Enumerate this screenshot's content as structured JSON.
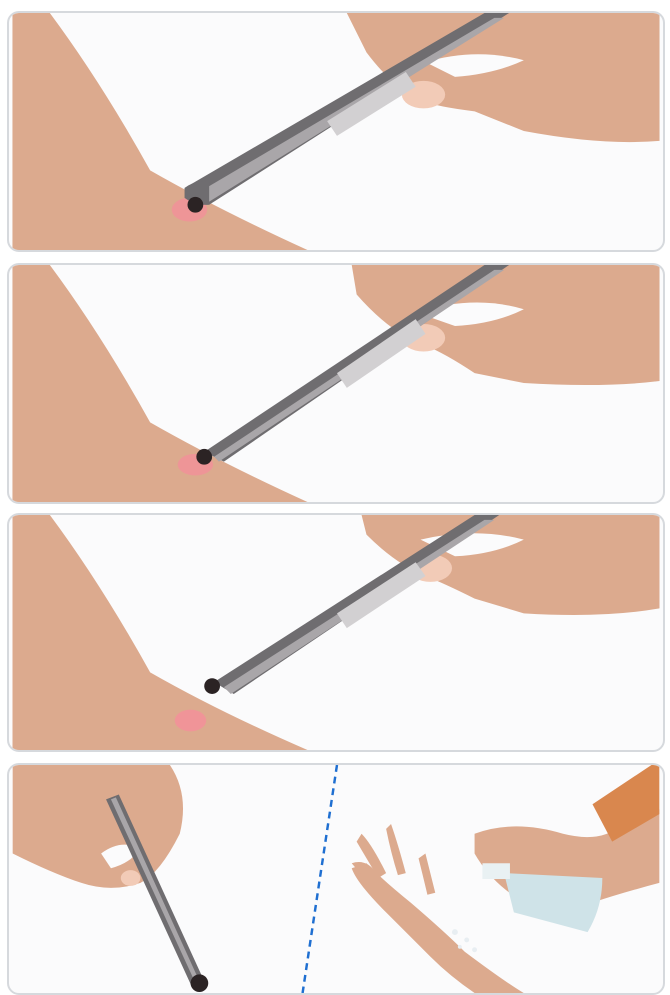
{
  "colors": {
    "skin": "#dcaa8e",
    "skin_shadow": "#c99478",
    "nail": "#f2cbb7",
    "panel_bg": "#fbfbfc",
    "panel_border": "#d6d9dd",
    "tweezers_dark": "#6f6d70",
    "tweezers_light": "#a9a6a9",
    "bite_mark": "#f3909a",
    "tick": "#2b2324",
    "divider": "#1f6fd1",
    "sleeve": "#d9874e",
    "bottle": "#cfe3e8"
  },
  "steps": [
    {
      "id": "grasp-tick-near-skin",
      "icons": [
        "arm",
        "hand",
        "tweezers",
        "tick",
        "bite-mark"
      ]
    },
    {
      "id": "pull-upward-steadily",
      "icons": [
        "arm",
        "hand",
        "tweezers",
        "tick",
        "bite-mark"
      ]
    },
    {
      "id": "tick-removed",
      "icons": [
        "arm",
        "hand",
        "tweezers",
        "tick",
        "bite-mark"
      ]
    },
    {
      "id": "dispose-and-disinfect",
      "icons": [
        "hand",
        "tweezers",
        "tick",
        "divider",
        "arm",
        "hand",
        "spray-bottle"
      ]
    }
  ]
}
